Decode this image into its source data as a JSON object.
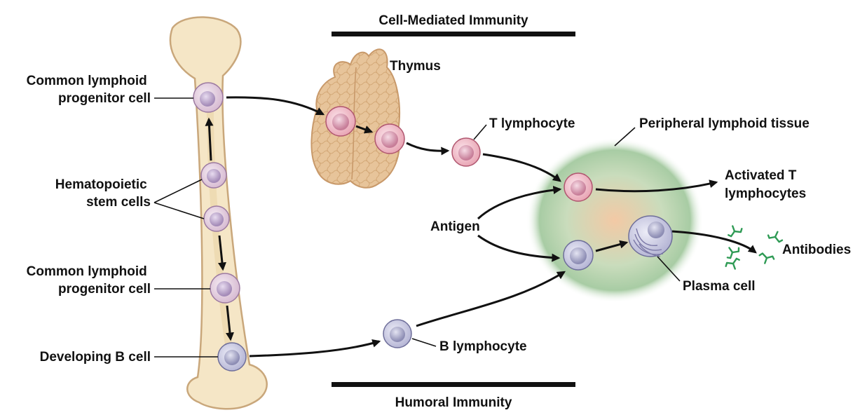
{
  "headings": {
    "cell_mediated": "Cell-Mediated Immunity",
    "humoral": "Humoral Immunity"
  },
  "labels": {
    "common_lymphoid_top_1": "Common lymphoid",
    "common_lymphoid_top_2": "progenitor cell",
    "hsc_1": "Hematopoietic",
    "hsc_2": "stem cells",
    "common_lymphoid_bottom_1": "Common lymphoid",
    "common_lymphoid_bottom_2": "progenitor cell",
    "developing_b": "Developing B cell",
    "thymus": "Thymus",
    "t_lymphocyte": "T lymphocyte",
    "peripheral_tissue": "Peripheral lymphoid tissue",
    "activated_t_1": "Activated T",
    "activated_t_2": "lymphocytes",
    "antigen": "Antigen",
    "antibodies": "Antibodies",
    "plasma_cell": "Plasma cell",
    "b_lymphocyte": "B lymphocyte"
  },
  "colors": {
    "bone": "#f5e6c6",
    "bone_outline": "#c9a77b",
    "thymus": "#e7c49a",
    "t_cell": "#e9a7b6",
    "progenitor_cell": "#d8bcd3",
    "b_cell": "#b7b7d6",
    "tissue": "#a8cca4",
    "antibody": "#2e9a54"
  }
}
